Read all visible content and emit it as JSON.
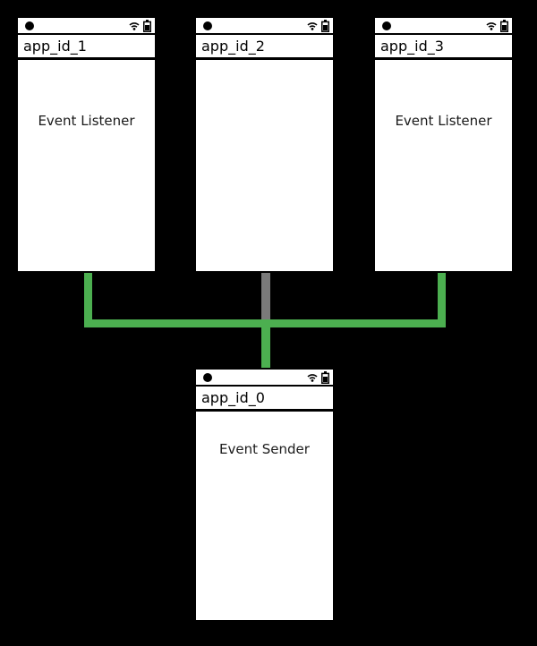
{
  "windows": [
    {
      "title": "app_id_1",
      "body_text": "Event Listener"
    },
    {
      "title": "app_id_2",
      "body_text": ""
    },
    {
      "title": "app_id_3",
      "body_text": "Event Listener"
    },
    {
      "title": "app_id_0",
      "body_text": "Event Sender"
    }
  ],
  "status_bar": {
    "icons": [
      "camera-dot",
      "wifi",
      "battery"
    ]
  },
  "colors": {
    "connector_active": "#4caf50",
    "connector_inactive": "#7a7a7a",
    "background": "#000000",
    "window_background": "#ffffff",
    "border": "#000000"
  }
}
